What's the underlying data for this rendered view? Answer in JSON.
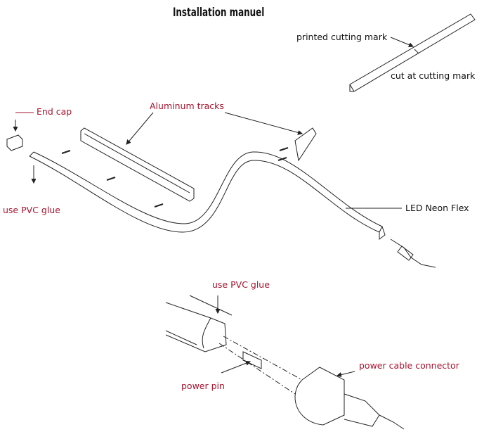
{
  "title": "Installation manuel",
  "labels": {
    "printed_cutting_mark": "printed cutting mark",
    "cut_at_cutting_mark": "cut at cutting mark",
    "end_cap": "End cap",
    "aluminum_tracks": "Aluminum tracks",
    "use_pvc_glue_1": "use PVC glue",
    "led_neon_flex": "LED Neon Flex",
    "use_pvc_glue_2": "use PVC glue",
    "power_cable_connector": "power cable  connector",
    "power_pin": "power pin"
  },
  "colors": {
    "label_red": "#a8132e",
    "line": "#222222"
  }
}
